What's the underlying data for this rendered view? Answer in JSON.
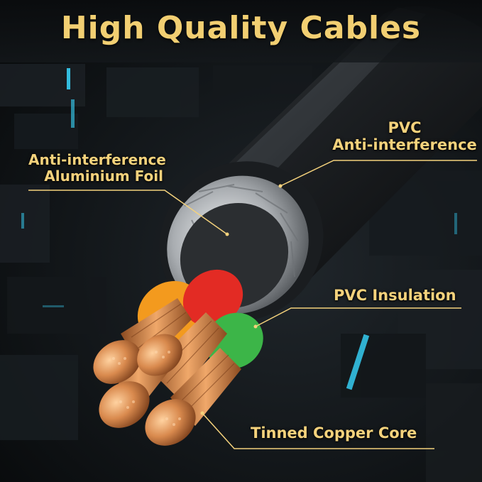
{
  "title": "High Quality Cables",
  "labels": {
    "foil_line1": "Anti-interference",
    "foil_line2": "Aluminium Foil",
    "pvc_line1": "PVC",
    "pvc_line2": "Anti-interference",
    "insulation": "PVC Insulation",
    "copper": "Tinned Copper Core"
  },
  "colors": {
    "label_gold": "#f4d27c",
    "title_gold": "#f2cf72",
    "jacket": "#161819",
    "wire_orange": "#f39a1e",
    "wire_red": "#e32b24",
    "wire_green": "#3cb548",
    "copper": "#d98a4e",
    "accent_cyan": "#38d8ff"
  }
}
